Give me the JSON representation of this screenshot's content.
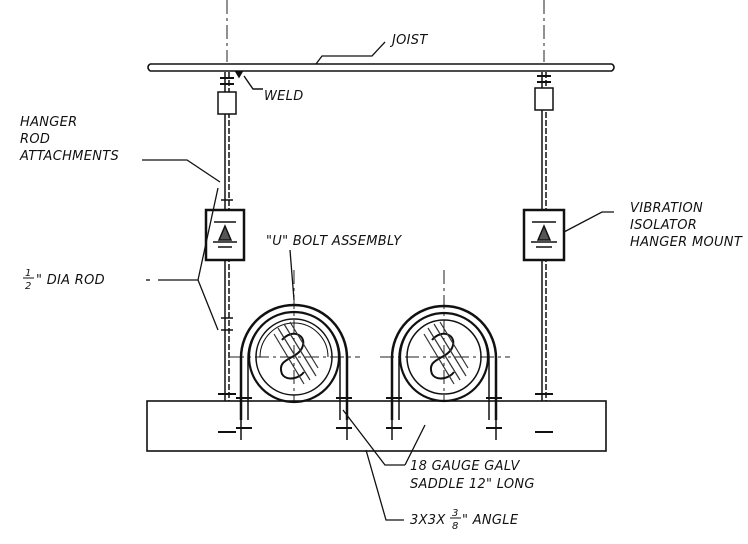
{
  "labels": {
    "joist": "JOIST",
    "weld": "WELD",
    "hanger_rod_attachments": [
      "HANGER",
      "ROD",
      "ATTACHMENTS"
    ],
    "vibration_isolator": [
      "VIBRATION",
      "ISOLATOR",
      "HANGER MOUNT"
    ],
    "u_bolt_assembly": "\"U\" BOLT ASSEMBLY",
    "dia_rod": {
      "num": "1",
      "den": "2",
      "text": "\" DIA ROD"
    },
    "saddle": [
      "18 GAUGE GALV",
      "SADDLE 12\" LONG"
    ],
    "angle": {
      "prefix": "3X3X",
      "num": "3",
      "den": "8",
      "suffix": "\" ANGLE"
    }
  },
  "colors": {
    "ink": "#111111",
    "paper": "#ffffff",
    "hatch": "#333333"
  }
}
